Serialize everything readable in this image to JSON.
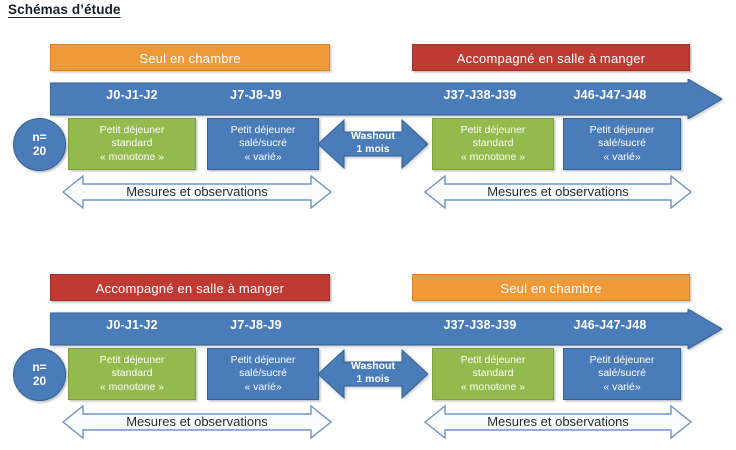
{
  "page": {
    "title": "Schémas d’étude"
  },
  "labels": {
    "setting_alone": "Seul en chambre",
    "setting_accompanied": "Accompagné en salle à manger",
    "n_line1": "n=",
    "n_line2": "20",
    "breakfast_standard_l1": "Petit déjeuner",
    "breakfast_standard_l2": "standard",
    "breakfast_standard_l3": "« monotone »",
    "breakfast_varied_l1": "Petit déjeuner",
    "breakfast_varied_l2": "salé/sucré",
    "breakfast_varied_l3": "« varié»",
    "washout_l1": "Washout",
    "washout_l2": "1 mois",
    "measures": "Mesures et observations"
  },
  "timepoints": {
    "t1": "J0-J1-J2",
    "t2": "J7-J8-J9",
    "t3": "J37-J38-J39",
    "t4": "J46-J47-J48"
  },
  "colors": {
    "orange": "#ef9a38",
    "red": "#bf3a33",
    "blue": "#4a7cba",
    "green": "#93ba4c",
    "arrow_outline": "#6f95c2",
    "text_dark": "#17202a"
  },
  "diagrams": [
    {
      "id": "diagram-1",
      "period1_setting": "Seul en chambre",
      "period1_setting_color": "orange",
      "period2_setting": "Accompagné en salle à manger",
      "period2_setting_color": "red"
    },
    {
      "id": "diagram-2",
      "period1_setting": "Accompagné en salle à manger",
      "period1_setting_color": "red",
      "period2_setting": "Seul en chambre",
      "period2_setting_color": "orange"
    }
  ]
}
